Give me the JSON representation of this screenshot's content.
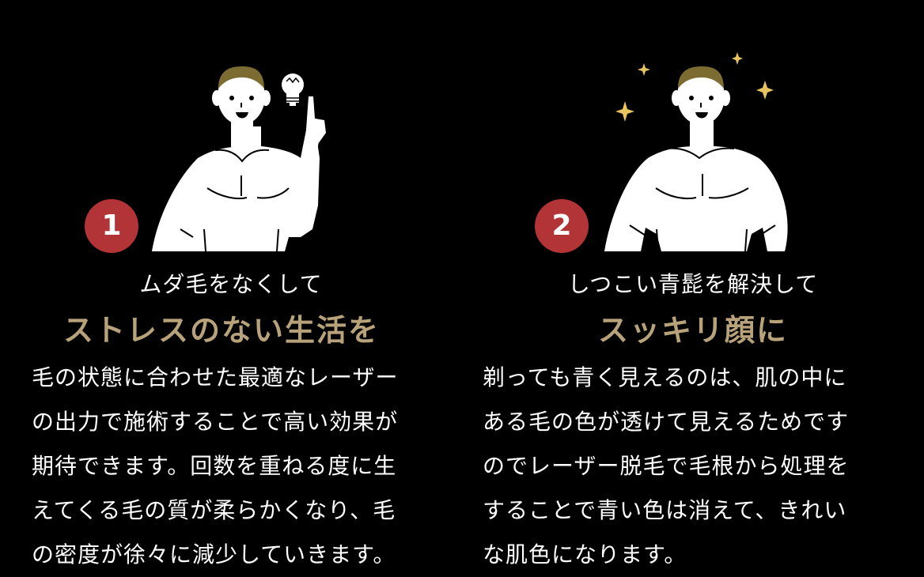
{
  "colors": {
    "background": "#000000",
    "badge": "#b23436",
    "headline_gold": "#b7a27a",
    "hair": "#7d6c32",
    "sparkle": "#e8c45e",
    "text": "#ffffff"
  },
  "cards": [
    {
      "number": "1",
      "icon": "lightbulb-icon",
      "lead": "ムダ毛をなくして",
      "headline": "ストレスのない生活を",
      "body_lines": [
        "毛の状態に合わせた最適なレーザー",
        "の出力で施術することで高い効果が",
        "期待できます。回数を重ねる度に生",
        "えてくる毛の質が柔らかくなり、毛",
        "の密度が徐々に減少していきます。"
      ]
    },
    {
      "number": "2",
      "icon": "sparkle-icon",
      "lead": "しつこい青髭を解決して",
      "headline": "スッキリ顔に",
      "body_lines": [
        "剃っても青く見えるのは、肌の中に",
        "ある毛の色が透けて見えるためです",
        "のでレーザー脱毛で毛根から処理を",
        "することで青い色は消えて、きれい",
        "な肌色になります。"
      ]
    }
  ]
}
